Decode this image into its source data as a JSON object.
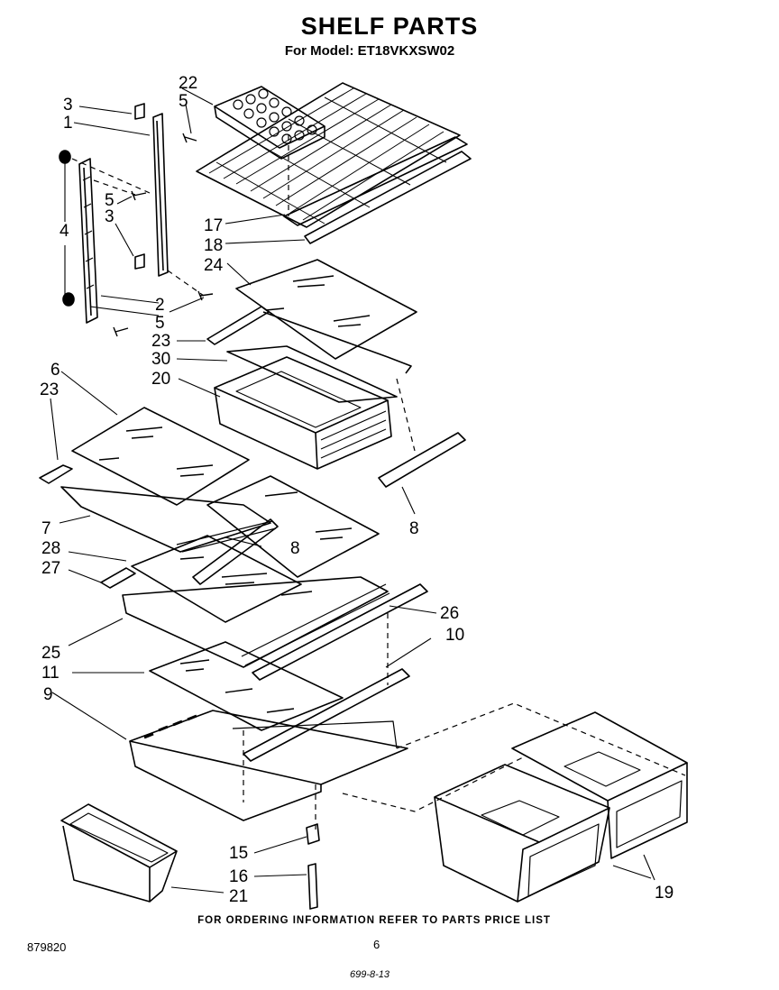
{
  "header": {
    "title": "SHELF PARTS",
    "subtitle": "For Model: ET18VKXSW02"
  },
  "callouts": [
    {
      "id": "c22",
      "text": "22"
    },
    {
      "id": "c5a",
      "text": "5"
    },
    {
      "id": "c3a",
      "text": "3"
    },
    {
      "id": "c1",
      "text": "1"
    },
    {
      "id": "c5b",
      "text": "5"
    },
    {
      "id": "c3b",
      "text": "3"
    },
    {
      "id": "c4",
      "text": "4"
    },
    {
      "id": "c17",
      "text": "17"
    },
    {
      "id": "c18",
      "text": "18"
    },
    {
      "id": "c24",
      "text": "24"
    },
    {
      "id": "c2",
      "text": "2"
    },
    {
      "id": "c5c",
      "text": "5"
    },
    {
      "id": "c23a",
      "text": "23"
    },
    {
      "id": "c30",
      "text": "30"
    },
    {
      "id": "c20",
      "text": "20"
    },
    {
      "id": "c6",
      "text": "6"
    },
    {
      "id": "c23b",
      "text": "23"
    },
    {
      "id": "c8a",
      "text": "8"
    },
    {
      "id": "c7",
      "text": "7"
    },
    {
      "id": "c28",
      "text": "28"
    },
    {
      "id": "c8b",
      "text": "8"
    },
    {
      "id": "c27",
      "text": "27"
    },
    {
      "id": "c26",
      "text": "26"
    },
    {
      "id": "c25",
      "text": "25"
    },
    {
      "id": "c10",
      "text": "10"
    },
    {
      "id": "c11",
      "text": "11"
    },
    {
      "id": "c9",
      "text": "9"
    },
    {
      "id": "c15",
      "text": "15"
    },
    {
      "id": "c16",
      "text": "16"
    },
    {
      "id": "c21",
      "text": "21"
    },
    {
      "id": "c19",
      "text": "19"
    }
  ],
  "footer": {
    "note": "FOR ORDERING INFORMATION REFER TO PARTS PRICE LIST",
    "doc_number": "879820",
    "page_number": "6",
    "handwritten_code": "699-8-13"
  }
}
